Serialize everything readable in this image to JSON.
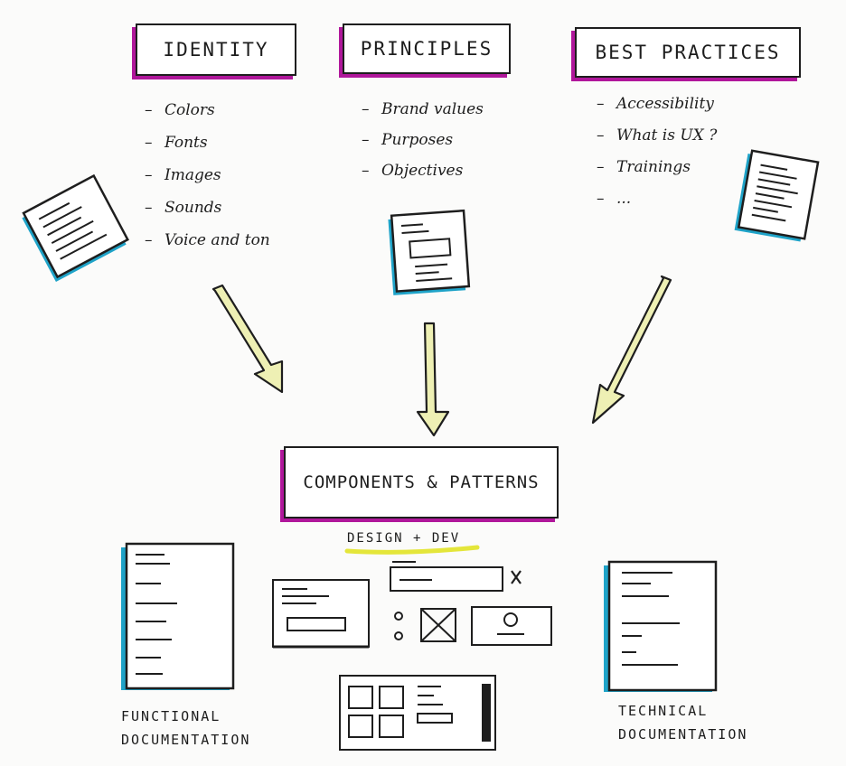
{
  "sections": {
    "identity": {
      "title": "iDENTITY",
      "items": [
        "Colors",
        "Fonts",
        "Images",
        "Sounds",
        "Voice and ton"
      ]
    },
    "principles": {
      "title": "PRiNCIPLES",
      "items": [
        "Brand values",
        "Purposes",
        "Objectives"
      ]
    },
    "best_practices": {
      "title": "BEST PRACTICES",
      "items": [
        "Accessibility",
        "What is UX ?",
        "Trainings",
        "..."
      ]
    }
  },
  "center": {
    "title": "COMPONENTS & PATTERNS",
    "subtitle": "DESIGN + DEV"
  },
  "docs": {
    "functional": [
      "FUNCTIONAL",
      "DOCUMENTATION"
    ],
    "technical": [
      "TECHNICAL",
      "DOCUMENTATION"
    ]
  },
  "colors": {
    "accent_magenta": "#b0179b",
    "accent_cyan": "#1fa3c8",
    "arrow_fill": "#eef0b4",
    "highlight_yellow": "#e4e63a"
  },
  "icons": [
    "close-icon",
    "radio-icon",
    "image-placeholder-icon",
    "avatar-icon",
    "scrollbar"
  ]
}
